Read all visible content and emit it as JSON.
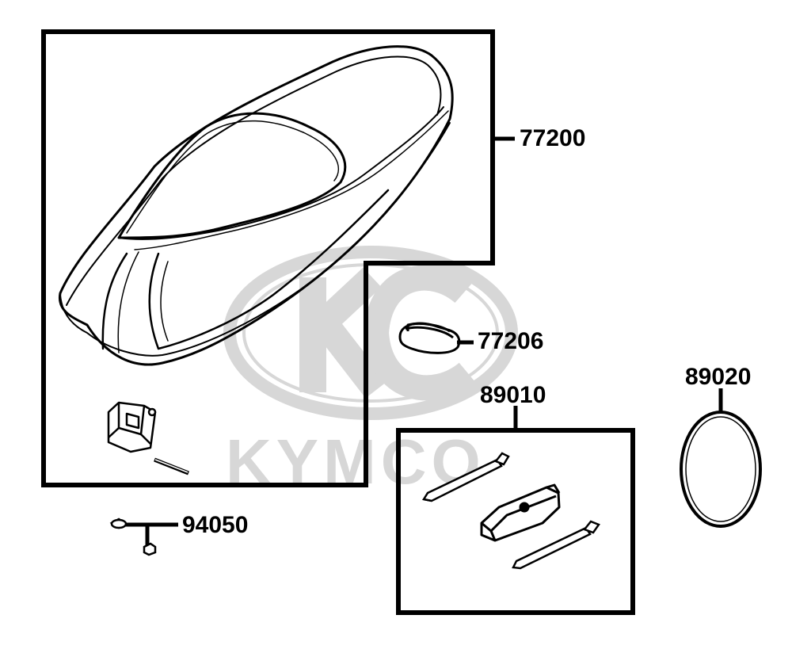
{
  "brand_watermark": {
    "text": "KYMCO",
    "color": "#d7d7d7"
  },
  "colors": {
    "line": "#000000",
    "background": "#ffffff",
    "watermark": "#d7d7d7"
  },
  "parts": [
    {
      "id": "seat-assembly",
      "number": "77200"
    },
    {
      "id": "seat-bumper",
      "number": "77206"
    },
    {
      "id": "tool-kit",
      "number": "89010"
    },
    {
      "id": "tool-bag-band",
      "number": "89020"
    },
    {
      "id": "bolt",
      "number": "94050"
    }
  ]
}
